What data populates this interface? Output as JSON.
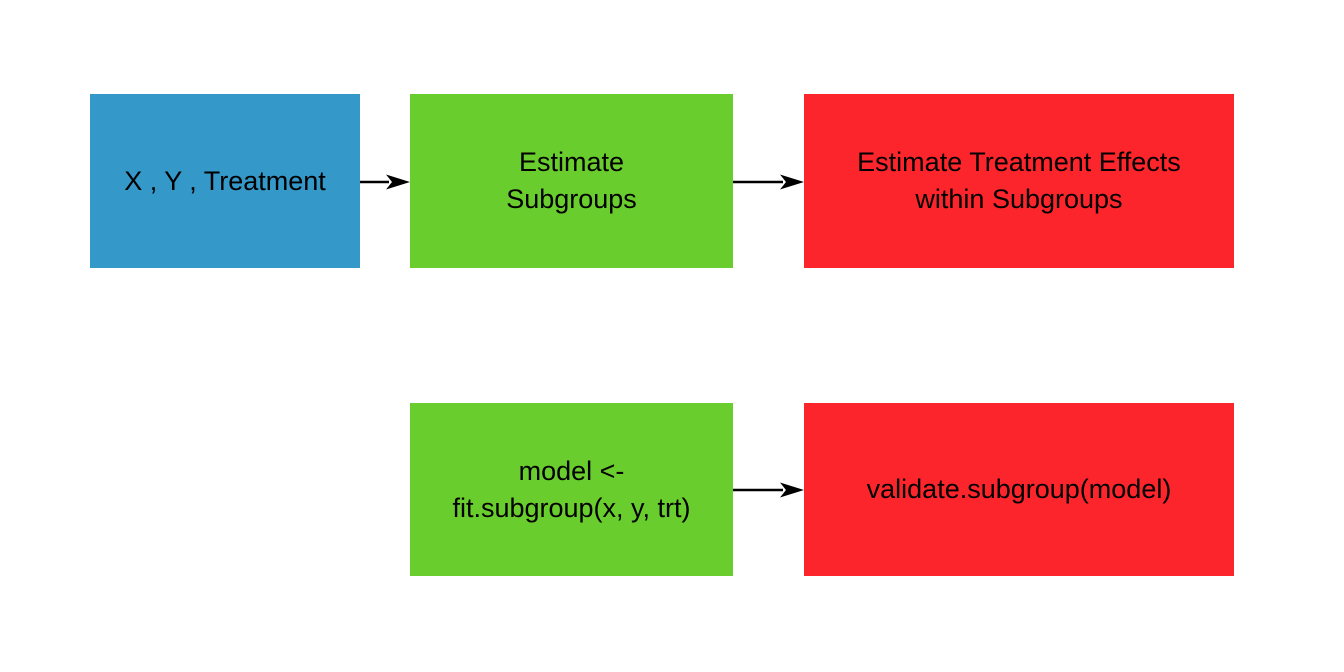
{
  "diagram": {
    "title": "fit.subgroup / validate.subgroup workflow flowchart",
    "background_color": "#ffffff",
    "text_color": "#000000",
    "arrow_color": "#000000",
    "nodes": [
      {
        "id": "inputs",
        "label": "X , Y , Treatment",
        "color": "#3498c9",
        "role": "data-input"
      },
      {
        "id": "estimate-subgroups",
        "label": "Estimate\nSubgroups",
        "color": "#69cd2d",
        "role": "process"
      },
      {
        "id": "estimate-effects",
        "label": "Estimate Treatment Effects\nwithin Subgroups",
        "color": "#fc252b",
        "role": "result"
      },
      {
        "id": "fit-subgroup-call",
        "label": "model <-\nfit.subgroup(x, y, trt)",
        "color": "#69cd2d",
        "role": "code"
      },
      {
        "id": "validate-subgroup-call",
        "label": "validate.subgroup(model)",
        "color": "#fc252b",
        "role": "code"
      }
    ],
    "edges": [
      {
        "from": "inputs",
        "to": "estimate-subgroups"
      },
      {
        "from": "estimate-subgroups",
        "to": "estimate-effects"
      },
      {
        "from": "fit-subgroup-call",
        "to": "validate-subgroup-call"
      }
    ]
  }
}
